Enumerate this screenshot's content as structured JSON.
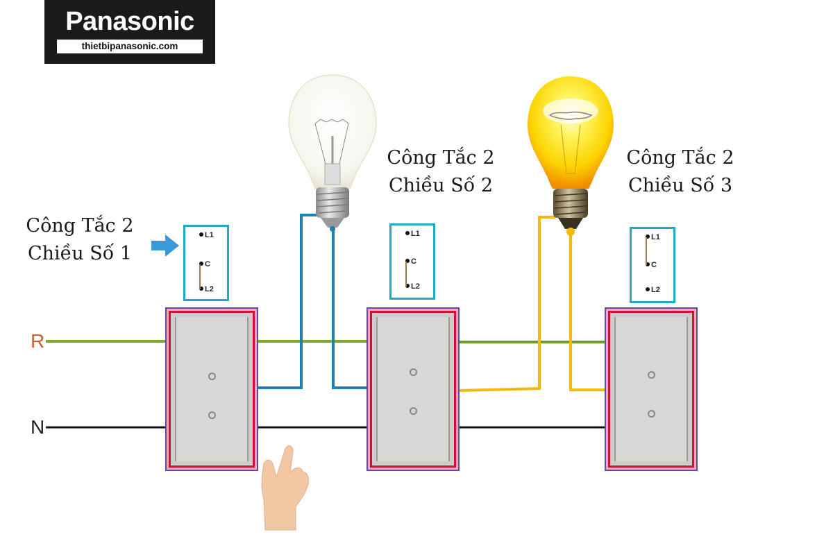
{
  "logo": {
    "brand": "Panasonic",
    "url": "thietbipanasonic.com"
  },
  "mains": {
    "live_label": "R",
    "neutral_label": "N",
    "live_color": "#7aab2a",
    "neutral_color": "#111111"
  },
  "switches": [
    {
      "title_line1": "Công Tắc 2",
      "title_line2": "Chiều Số 1",
      "terminals": [
        "L1",
        "C",
        "L2"
      ],
      "bridge": "C-L2",
      "active_pointer": true
    },
    {
      "title_line1": "Công Tắc 2",
      "title_line2": "Chiều Số 2",
      "terminals": [
        "L1",
        "C",
        "L2"
      ],
      "bridge": "C-L2"
    },
    {
      "title_line1": "Công Tắc 2",
      "title_line2": "Chiều Số 3",
      "terminals": [
        "L1",
        "C",
        "L2"
      ],
      "bridge": "L1-C"
    }
  ],
  "lamps": [
    {
      "state": "off",
      "wire_color": "#1f7fb0"
    },
    {
      "state": "on",
      "wire_color": "#f2b90f"
    }
  ],
  "colors": {
    "terminal_box_border": "#22a9c9",
    "switch_outer": "#5b4aa8",
    "switch_inner": "#d0103a",
    "pointer_arrow": "#3a9ad9"
  }
}
